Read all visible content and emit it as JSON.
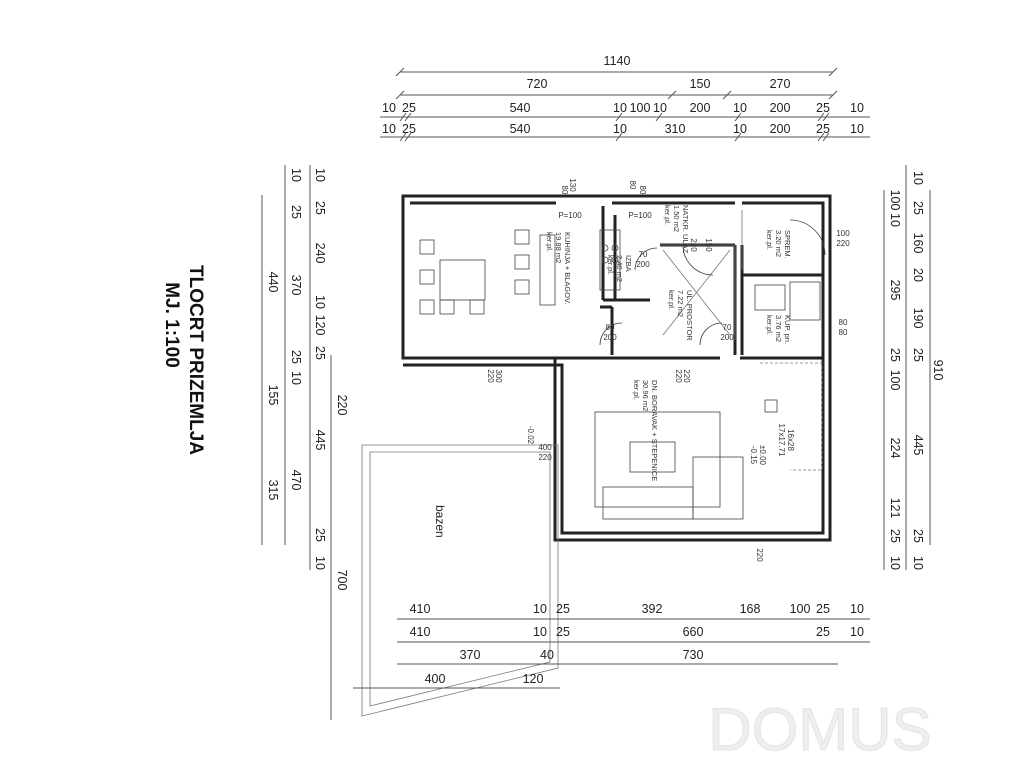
{
  "title": "TLOCRT PRIZEMLJA",
  "scale": "MJ. 1:100",
  "watermark": "DOMUS",
  "dims_top": {
    "row1": [
      "1140"
    ],
    "row2": [
      "720",
      "150",
      "270"
    ],
    "row3": [
      "10",
      "25",
      "540",
      "10",
      "100",
      "10",
      "200",
      "10",
      "200",
      "25",
      "10"
    ],
    "row4": [
      "10",
      "25",
      "540",
      "10",
      "310",
      "10",
      "200",
      "25",
      "10"
    ]
  },
  "dims_bottom": {
    "row1": [
      "410",
      "10",
      "25",
      "392",
      "168",
      "100",
      "25",
      "10"
    ],
    "row2": [
      "410",
      "10",
      "25",
      "660",
      "25",
      "10"
    ],
    "row3": [
      "370",
      "40",
      "730"
    ],
    "row4": [
      "400",
      "120"
    ]
  },
  "dims_left": {
    "col1": [
      "10",
      "25",
      "240",
      "10",
      "120",
      "25",
      "445",
      "25",
      "10"
    ],
    "col2": [
      "10",
      "25",
      "370",
      "25",
      "10",
      "470"
    ],
    "col3": [
      "440",
      "155",
      "315"
    ],
    "col4": [
      "220",
      "700"
    ]
  },
  "dims_right": {
    "col1": [
      "10",
      "25",
      "160",
      "20",
      "190",
      "25",
      "445",
      "25",
      "10"
    ],
    "col2": [
      "100",
      "10",
      "295",
      "25",
      "100",
      "224",
      "121",
      "25",
      "10"
    ],
    "col3": [
      "910"
    ]
  },
  "rooms": [
    {
      "name": "KUHINJA + BLAGOV.",
      "area": "19.88 m2",
      "floor": "ker.pl."
    },
    {
      "name": "IZBA",
      "area": "2.40 m2",
      "floor": "ker.pl."
    },
    {
      "name": "NATKR. ULAZ",
      "area": "1.50 m2",
      "floor": "ker.pl."
    },
    {
      "name": "UL. PROSTOR",
      "area": "7.22 m2",
      "floor": "ker.pl."
    },
    {
      "name": "SPREM.",
      "area": "3.20 m2",
      "floor": "ker.pl."
    },
    {
      "name": "KUP. pri.",
      "area": "3.76 m2",
      "floor": "ker.pl."
    },
    {
      "name": "DN. BORAVAK + STEPENICE",
      "area": "30.96 m2",
      "floor": "ker.pl."
    },
    {
      "name": "bazen"
    }
  ],
  "openings": [
    "130",
    "80",
    "80",
    "80",
    "P=100",
    "P=100",
    "70",
    "200",
    "150",
    "220",
    "80",
    "200",
    "70",
    "200",
    "100",
    "220",
    "80",
    "80",
    "300",
    "220",
    "220",
    "220",
    "400",
    "220",
    "220"
  ],
  "stairs": [
    "16x28",
    "17x17.71"
  ],
  "levels": [
    "±0.00",
    "-0.15",
    "-0.02"
  ]
}
